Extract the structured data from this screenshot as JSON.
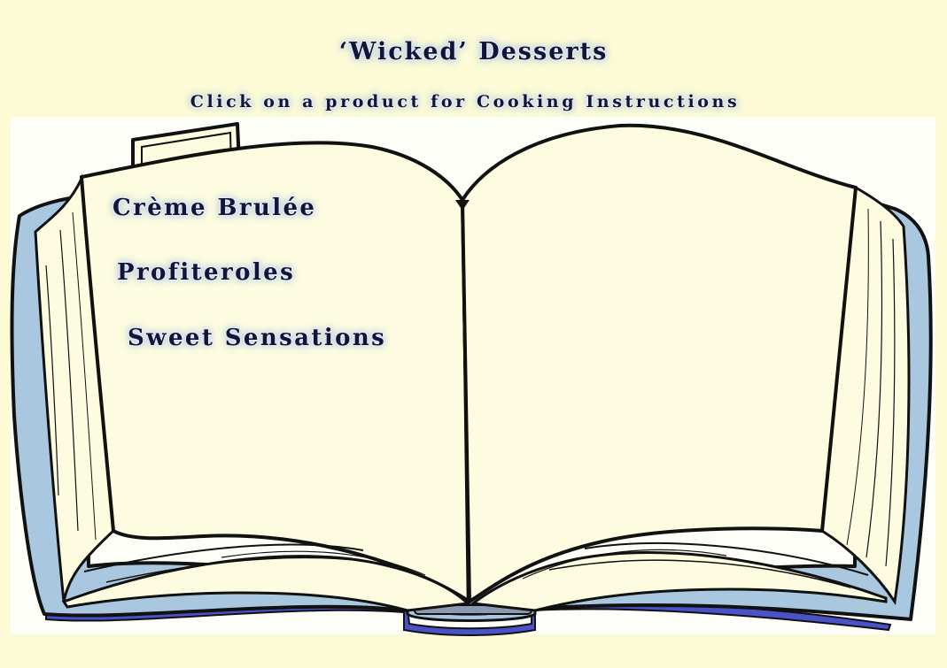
{
  "header": {
    "title": "‘Wicked’ Desserts",
    "subtitle": "Click on a product for Cooking Instructions"
  },
  "products": [
    {
      "label": "Crème Brulée"
    },
    {
      "label": "Profiteroles"
    },
    {
      "label": "Sweet Sensations"
    }
  ],
  "colors": {
    "background": "#fcfbd6",
    "page_fill": "#fdfce0",
    "cover_light": "#a9c8e0",
    "cover_dark": "#4a52c8",
    "outline": "#111111",
    "text": "#14143a"
  },
  "icons": {
    "book": "open-book-illustration"
  }
}
